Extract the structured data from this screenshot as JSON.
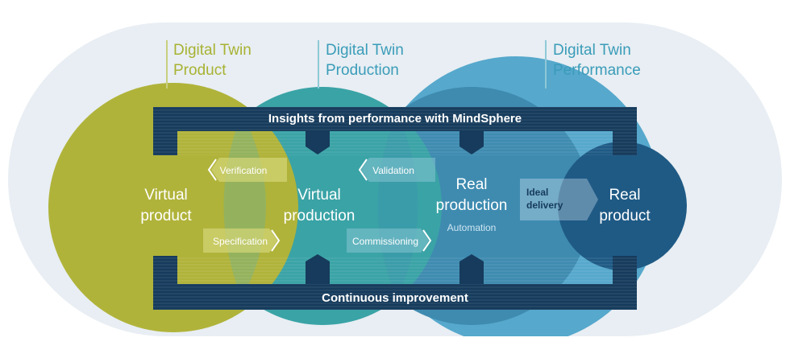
{
  "headers": {
    "product": {
      "line1": "Digital Twin",
      "line2": "Product"
    },
    "production": {
      "line1": "Digital Twin",
      "line2": "Production"
    },
    "performance": {
      "line1": "Digital Twin",
      "line2": "Performance"
    }
  },
  "loop": {
    "top": "Insights from performance with MindSphere",
    "bottom": "Continuous improvement"
  },
  "stages": {
    "virtual_product": {
      "line1": "Virtual",
      "line2": "product"
    },
    "virtual_production": {
      "line1": "Virtual",
      "line2": "production"
    },
    "real_production": {
      "line1": "Real",
      "line2": "production",
      "sub": "Automation"
    },
    "real_product": {
      "line1": "Real",
      "line2": "product"
    }
  },
  "arrows": {
    "verification": "Verification",
    "specification": "Specification",
    "validation": "Validation",
    "commissioning": "Commissioning",
    "ideal_delivery": {
      "line1": "Ideal",
      "line2": "delivery"
    }
  },
  "colors": {
    "background_pill": "#e8eef3",
    "product": "#b0b33a",
    "production": "#3aa3a6",
    "real_production": "#3f8bb0",
    "performance": "#56a8cc",
    "real_product": "#1f5a85",
    "loop": "#163b5c",
    "header_product": "#a8b232",
    "header_teal": "#3a9cb9"
  }
}
